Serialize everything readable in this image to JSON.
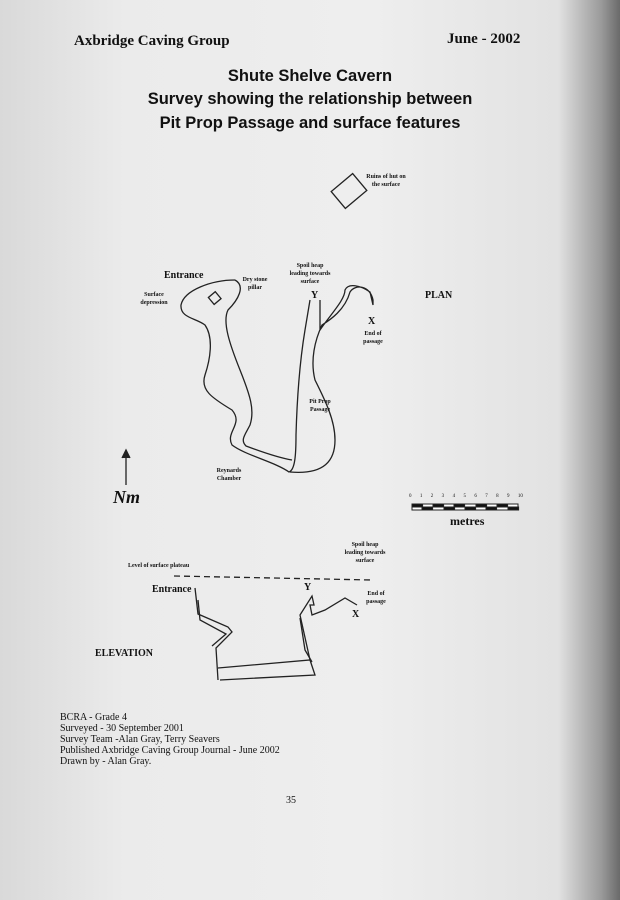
{
  "header": {
    "left": "Axbridge Caving Group",
    "right": "June - 2002"
  },
  "title": {
    "line1": "Shute Shelve Cavern",
    "line2": "Survey showing the relationship between",
    "line3": "Pit Prop Passage and surface features"
  },
  "plan": {
    "label": "PLAN",
    "ruins": "Ruins of hut on the surface",
    "entrance": "Entrance",
    "surface_depression": "Surface depression",
    "dry_stone_pillar": "Dry stone pillar",
    "spoil_heap": "Spoil heap leading towards surface",
    "y_mark": "Y",
    "x_mark": "X",
    "end_of_passage": "End of passage",
    "pit_prop_passage": "Pit Prop Passage",
    "reynards_chamber": "Reynards Chamber",
    "north": "Nm"
  },
  "scale": {
    "ticks": [
      "0",
      "1",
      "2",
      "3",
      "4",
      "5",
      "6",
      "7",
      "8",
      "9",
      "10"
    ],
    "unit": "metres"
  },
  "elevation": {
    "label": "ELEVATION",
    "surface_level": "Level of surface plateau",
    "entrance": "Entrance",
    "spoil_heap": "Spoil heap leading towards surface",
    "y_mark": "Y",
    "x_mark": "X",
    "end_of_passage": "End of passage"
  },
  "footer": {
    "lines": [
      "BCRA - Grade 4",
      "Surveyed - 30 September 2001",
      "Survey Team -Alan Gray, Terry Seavers",
      "Published Axbridge Caving Group Journal - June 2002",
      "Drawn by - Alan Gray."
    ],
    "page_number": "35"
  }
}
